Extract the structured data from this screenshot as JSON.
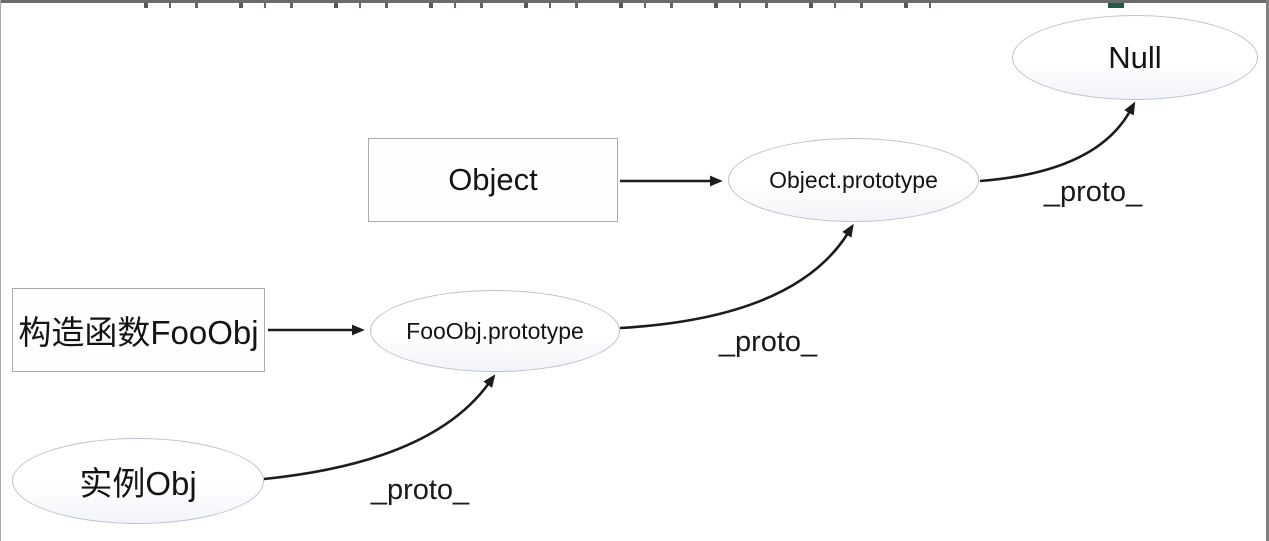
{
  "diagram": {
    "title": "JavaScript prototype chain diagram",
    "nodes": {
      "null_node": {
        "label": "Null",
        "shape": "ellipse"
      },
      "object": {
        "label": "Object",
        "shape": "rect"
      },
      "object_prototype": {
        "label": "Object.prototype",
        "shape": "ellipse"
      },
      "constructor": {
        "label": "构造函数FooObj",
        "shape": "rect"
      },
      "foo_prototype": {
        "label": "FooObj.prototype",
        "shape": "ellipse"
      },
      "instance": {
        "label": "实例Obj",
        "shape": "ellipse"
      }
    },
    "edges": [
      {
        "name": "instance-to-foo-prototype",
        "label": "_proto_"
      },
      {
        "name": "foo-prototype-to-object-prototype",
        "label": "_proto_"
      },
      {
        "name": "object-prototype-to-null",
        "label": "_proto_"
      },
      {
        "name": "object-to-object-prototype",
        "label": ""
      },
      {
        "name": "constructor-to-foo-prototype",
        "label": ""
      }
    ],
    "colors": {
      "arrow": "#1c1c1c",
      "shape_border": "#bfc3ca",
      "rect_border": "#ababab",
      "frame_border": "#6b6b6b",
      "bottom_bar": "#515151"
    }
  }
}
